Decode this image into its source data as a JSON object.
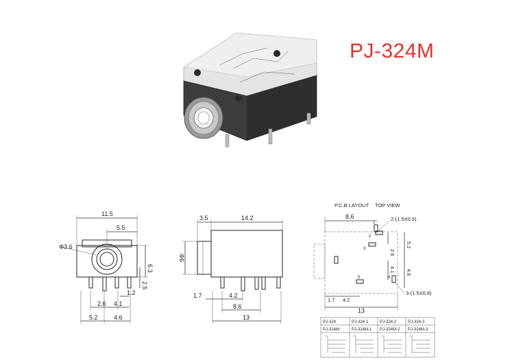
{
  "product": {
    "model_title": "PJ-324M"
  },
  "colors": {
    "title": "#e8302b",
    "housing_dark": "#3a3a3a",
    "housing_clear": "#dcdcdc"
  },
  "front_view": {
    "width_total": "11.5",
    "center_offset": "5.5",
    "hole_diameter": "Φ3.6",
    "height_total": "6.3",
    "pin_offset": "2.5",
    "pin_spacing_a": "2.6",
    "pin_spacing_b": "4.1",
    "pin_spacing_c": "1.2",
    "bottom_a": "5.2",
    "bottom_b": "4.6"
  },
  "side_view": {
    "barrel_length": "3.5",
    "body_length": "14.2",
    "barrel_diameter": "Φ6",
    "pin_a": "1.7",
    "pin_b": "4.2",
    "pin_c": "8.6",
    "total": "13"
  },
  "pcb_layout": {
    "heading_left": "P.C.B LAYOUT",
    "heading_right": "TOP VIEW",
    "dim_top": "8.6",
    "slot_top": "2-(1.5X0.5)",
    "slot_bottom": "3-(1.5X0.8)",
    "dim_right_a": "2.6",
    "dim_right_b": "5.2",
    "dim_right_c": "4.1",
    "dim_right_d": "4.6",
    "dim_bottom_a": "1.7",
    "dim_bottom_b": "4.2",
    "dim_bottom_total": "13",
    "pin_labels": [
      "1",
      "2",
      "3",
      "4",
      "5"
    ]
  },
  "variants_table": {
    "row1": [
      "PJ-324",
      "PJ-324-1",
      "PJ-324-2",
      "PJ-324-3"
    ],
    "row2": [
      "PJ-324M",
      "PJ-324M-1",
      "PJ-324M-2",
      "PJ-324M-3"
    ]
  }
}
